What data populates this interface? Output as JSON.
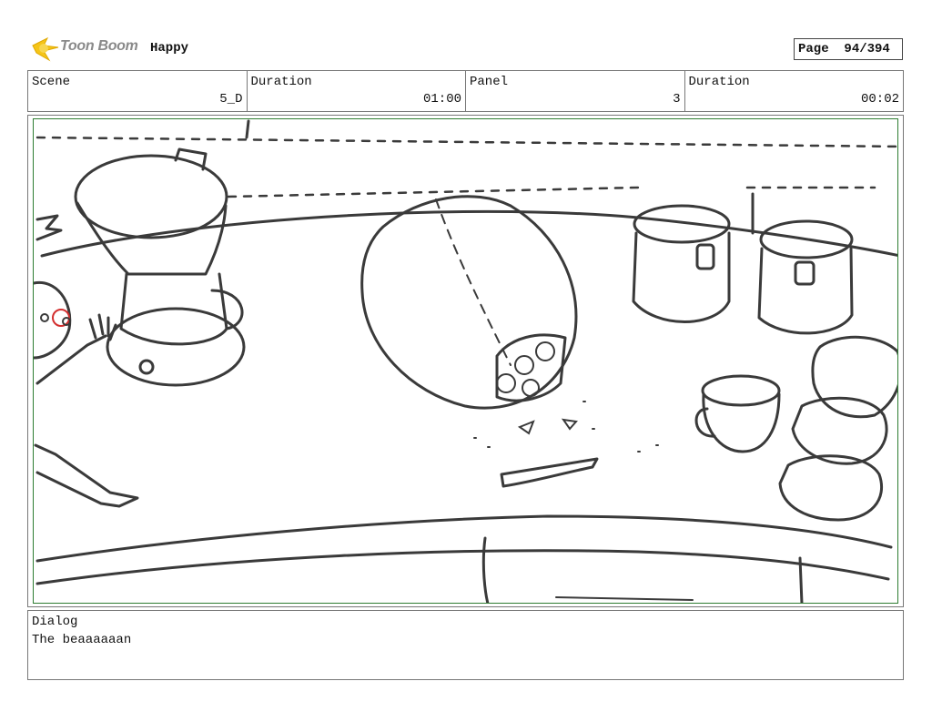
{
  "header": {
    "logo_text": "Toon Boom",
    "project_title": "Happy",
    "page_label": "Page",
    "page_value": "94/394"
  },
  "info": {
    "scene_label": "Scene",
    "scene_value": "5_D",
    "duration1_label": "Duration",
    "duration1_value": "01:00",
    "panel_label": "Panel",
    "panel_value": "3",
    "duration2_label": "Duration",
    "duration2_value": "00:02"
  },
  "dialog": {
    "label": "Dialog",
    "text": "The beaaaaaan"
  },
  "colors": {
    "frame_border": "#777777",
    "panel_border": "#2e7d32",
    "ink": "#3a3a3a",
    "logo_yellow": "#f5c518",
    "accent_red": "#d32f2f"
  }
}
